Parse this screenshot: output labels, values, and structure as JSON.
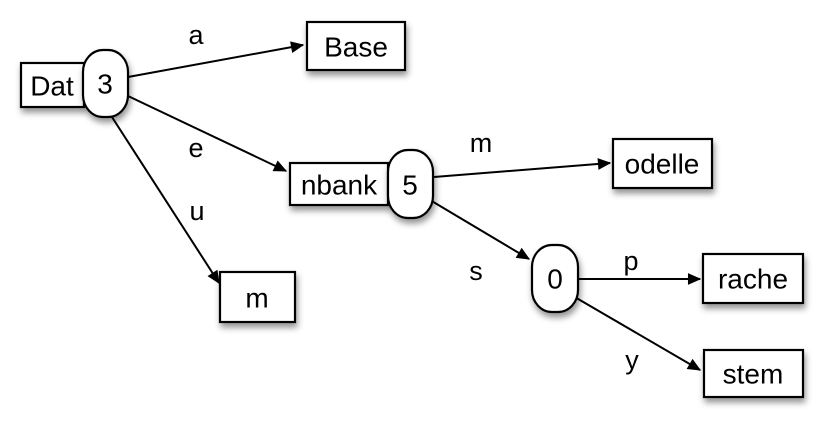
{
  "diagram": {
    "type": "trie",
    "colors": {
      "background": "#ffffff",
      "node_fill": "#ffffff",
      "node_stroke": "#000000",
      "edge_stroke": "#000000",
      "text": "#000000"
    },
    "nodes": [
      {
        "id": "dat",
        "shape": "rect",
        "label": "Dat"
      },
      {
        "id": "n3",
        "shape": "capsule",
        "label": "3"
      },
      {
        "id": "base",
        "shape": "rect",
        "label": "Base"
      },
      {
        "id": "nbank",
        "shape": "rect",
        "label": "nbank"
      },
      {
        "id": "n5",
        "shape": "capsule",
        "label": "5"
      },
      {
        "id": "m-box",
        "shape": "rect",
        "label": "m"
      },
      {
        "id": "odelle",
        "shape": "rect",
        "label": "odelle"
      },
      {
        "id": "n0",
        "shape": "capsule",
        "label": "0"
      },
      {
        "id": "rache",
        "shape": "rect",
        "label": "rache"
      },
      {
        "id": "stem",
        "shape": "rect",
        "label": "stem"
      }
    ],
    "edges": [
      {
        "id": "a",
        "label": "a",
        "from": "n3",
        "to": "base"
      },
      {
        "id": "e",
        "label": "e",
        "from": "n3",
        "to": "nbank"
      },
      {
        "id": "u",
        "label": "u",
        "from": "n3",
        "to": "m-box"
      },
      {
        "id": "m",
        "label": "m",
        "from": "n5",
        "to": "odelle"
      },
      {
        "id": "s",
        "label": "s",
        "from": "n5",
        "to": "n0"
      },
      {
        "id": "p",
        "label": "p",
        "from": "n0",
        "to": "rache"
      },
      {
        "id": "y",
        "label": "y",
        "from": "n0",
        "to": "stem"
      }
    ]
  }
}
